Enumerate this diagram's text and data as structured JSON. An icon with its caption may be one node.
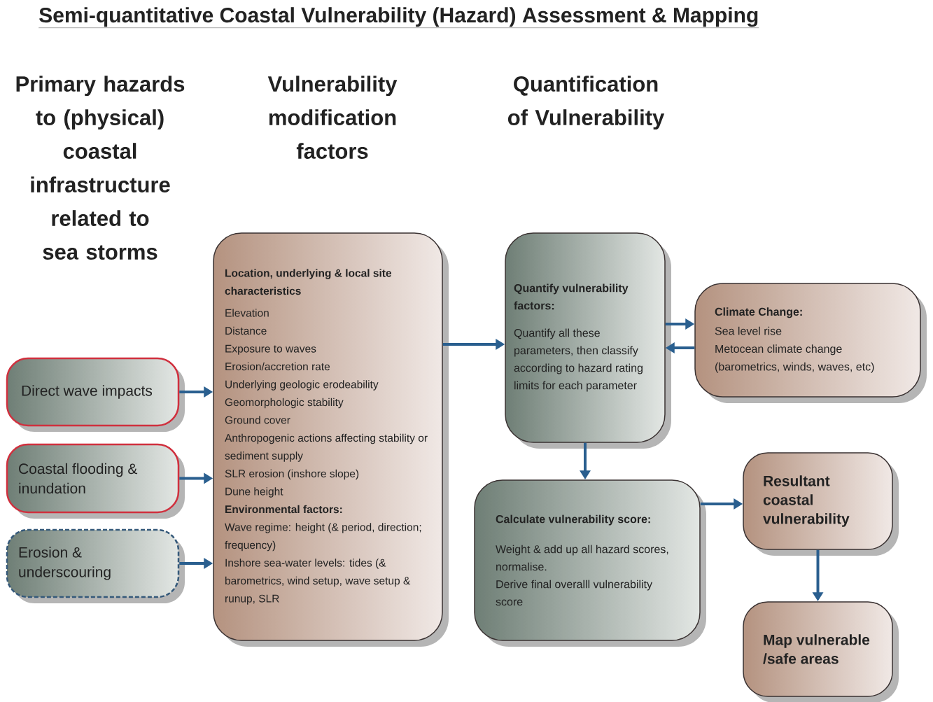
{
  "diagram": {
    "title": "Semi-quantitative Coastal Vulnerability (Hazard) Assessment & Mapping",
    "nodes": [
      {
        "text": [
          "Direct wave impacts"
        ]
      },
      {
        "text": [
          "Coastal flooding & inundation"
        ]
      },
      {
        "text": [
          "Erosion & underscouring"
        ]
      },
      {
        "text": [
          "Location, underlying & local site characteristics",
          "Elevation",
          "Distance",
          "Exposure to waves",
          "Erosion/accretion rate",
          "Underlying geologic erodeability",
          "Geomorphologic stability",
          "Ground cover",
          "Anthropogenic actions affecting stability or sediment supply",
          "SLR erosion (inshore slope)",
          "Dune height",
          "Environmental factors:",
          "Wave regime: height (& period, direction; frequency)",
          "Inshore sea-water levels: tides (& barometrics, wind setup, wave setup & runup, SLR"
        ]
      },
      {
        "text": [
          "Quantify vulnerability factors:",
          "Quantify all these parameters, then classify according to hazard rating limits for each parameter"
        ]
      },
      {
        "text": [
          "Climate Change:",
          "Sea level rise",
          "Metocean climate change (barometrics, winds, waves, etc)"
        ]
      },
      {
        "text": [
          "Calculate vulnerability score:",
          "Weight & add up all hazard scores, normalise.",
          "Derive final overalll vulnerability score"
        ]
      },
      {
        "text": [
          "Resultant coastal vulnerability"
        ]
      },
      {
        "text": [
          "Map vulnerable /safe areas"
        ]
      }
    ],
    "edges": [
      {
        "from": 0,
        "to": 3,
        "arrow": "to"
      },
      {
        "from": 1,
        "to": 3,
        "arrow": "to"
      },
      {
        "from": 2,
        "to": 3,
        "arrow": "to"
      },
      {
        "from": 3,
        "to": 4,
        "arrow": "to"
      },
      {
        "from": 4,
        "to": 5,
        "arrow": "to"
      },
      {
        "from": 5,
        "to": 4,
        "arrow": "to"
      },
      {
        "from": 4,
        "to": 6,
        "arrow": "to"
      },
      {
        "from": 6,
        "to": 7,
        "arrow": "to"
      },
      {
        "from": 7,
        "to": 8,
        "arrow": "to"
      }
    ],
    "labels": [
      "Primary hazards to (physical) coastal infrastructure related to sea storms",
      "Vulnerability modification factors",
      "Quantification of Vulnerability"
    ]
  }
}
